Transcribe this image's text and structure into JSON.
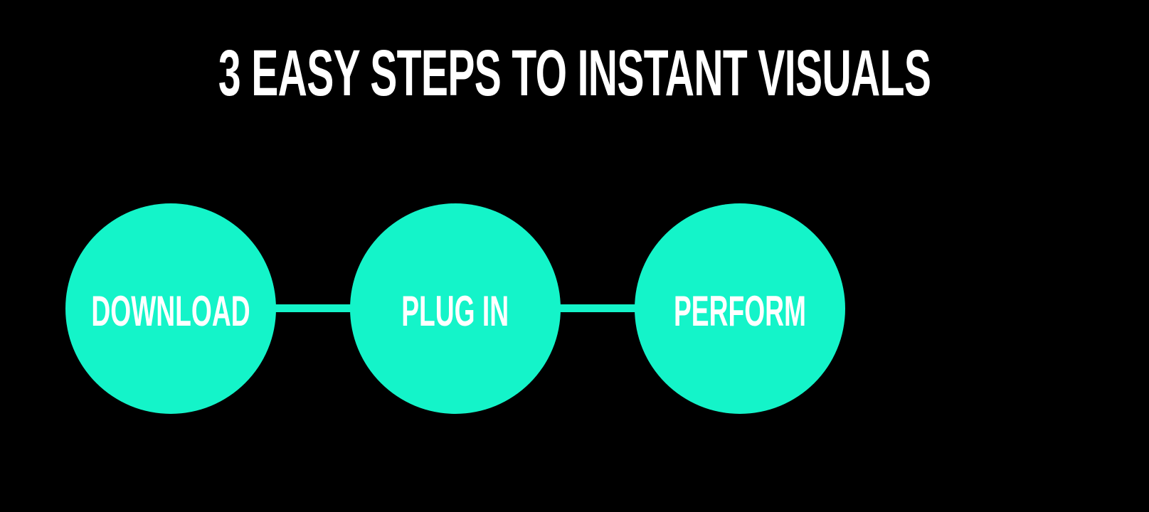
{
  "title": "3 EASY STEPS TO INSTANT VISUALS",
  "steps": [
    {
      "label": "DOWNLOAD"
    },
    {
      "label": "PLUG IN"
    },
    {
      "label": "PERFORM"
    }
  ],
  "colors": {
    "background": "#000000",
    "accent": "#14f4c9",
    "text": "#ffffff"
  }
}
